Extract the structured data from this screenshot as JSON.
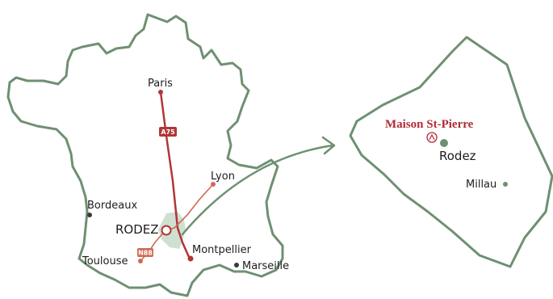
{
  "colors": {
    "outline": "#6e9072",
    "route": "#b13636",
    "route_secondary": "#cf6a55",
    "region_fill": "#cfe0d3",
    "dot_dark": "#3a3a3a",
    "brand": "#b12b35"
  },
  "france_map": {
    "cities": {
      "paris": "Paris",
      "lyon": "Lyon",
      "bordeaux": "Bordeaux",
      "rodez": "RODEZ",
      "toulouse": "Toulouse",
      "montpellier": "Montpellier",
      "marseille": "Marseille"
    },
    "roads": {
      "a75": "A75",
      "n88": "N88"
    }
  },
  "region_map": {
    "brand": "Maison St-Pierre",
    "brand_icon": "pin-logo-icon",
    "cities": {
      "rodez": "Rodez",
      "millau": "Millau"
    }
  },
  "connector_icon": "arrow-icon"
}
